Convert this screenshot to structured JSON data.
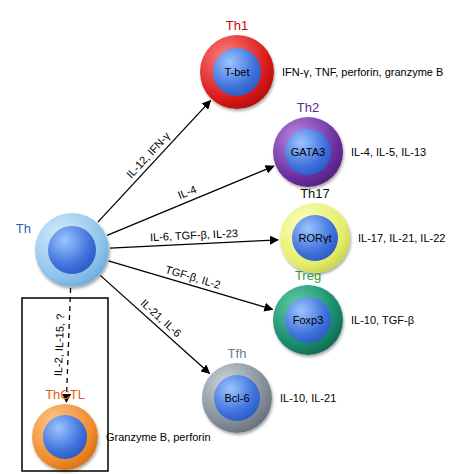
{
  "diagram": {
    "nodes": [
      {
        "text": [
          "Th"
        ]
      },
      {
        "text": [
          "Th1",
          "T-bet",
          "IFN-γ, TNF, perforin, granzyme B"
        ]
      },
      {
        "text": [
          "Th2",
          "GATA3",
          "IL-4, IL-5, IL-13"
        ]
      },
      {
        "text": [
          "Th17",
          "RORγt",
          "IL-17, IL-21, IL-22"
        ]
      },
      {
        "text": [
          "Treg",
          "Foxp3",
          "IL-10, TGF-β"
        ]
      },
      {
        "text": [
          "Tfh",
          "Bcl-6",
          "IL-10, IL-21"
        ]
      },
      {
        "text": [
          "ThCTL",
          "Granzyme B, perforin"
        ]
      }
    ],
    "edges": [
      {
        "from": 0,
        "to": 1,
        "label": "IL-12, IFN-γ",
        "arrow": "to"
      },
      {
        "from": 0,
        "to": 2,
        "label": "IL-4",
        "arrow": "to"
      },
      {
        "from": 0,
        "to": 3,
        "label": "IL-6, TGF-β, IL-23",
        "arrow": "to"
      },
      {
        "from": 0,
        "to": 4,
        "label": "TGF-β, IL-2",
        "arrow": "to"
      },
      {
        "from": 0,
        "to": 5,
        "label": "IL-21, IL-6",
        "arrow": "to"
      },
      {
        "from": 0,
        "to": 6,
        "label": "IL-2, IL-15, ?",
        "arrow": "to"
      }
    ]
  }
}
